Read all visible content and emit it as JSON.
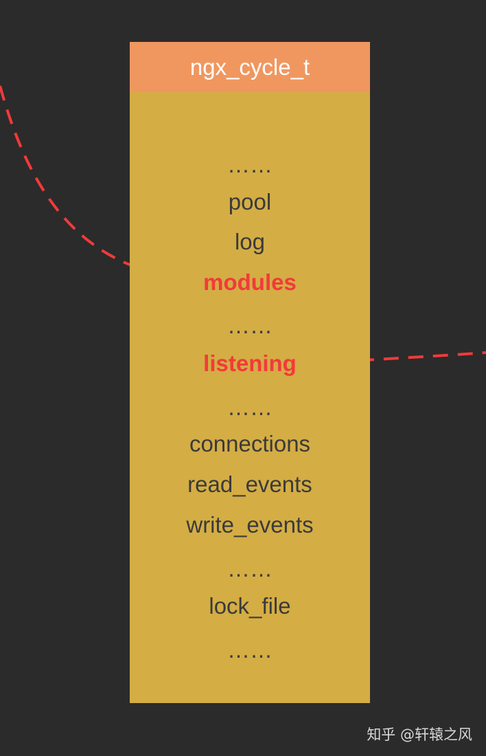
{
  "struct": {
    "title": "ngx_cycle_t",
    "fields": [
      {
        "label": "……",
        "highlight": false
      },
      {
        "label": "pool",
        "highlight": false
      },
      {
        "label": "log",
        "highlight": false
      },
      {
        "label": "modules",
        "highlight": true
      },
      {
        "label": "……",
        "highlight": false
      },
      {
        "label": "listening",
        "highlight": true
      },
      {
        "label": "……",
        "highlight": false
      },
      {
        "label": "connections",
        "highlight": false
      },
      {
        "label": "read_events",
        "highlight": false
      },
      {
        "label": "write_events",
        "highlight": false
      },
      {
        "label": "……",
        "highlight": false
      },
      {
        "label": "lock_file",
        "highlight": false
      },
      {
        "label": "……",
        "highlight": false
      }
    ]
  },
  "colors": {
    "background": "#2b2b2b",
    "header": "#f0975f",
    "body": "#d4ad44",
    "highlight": "#f23a3a",
    "text": "#3a3a3a"
  },
  "watermark": "知乎 @轩辕之风"
}
